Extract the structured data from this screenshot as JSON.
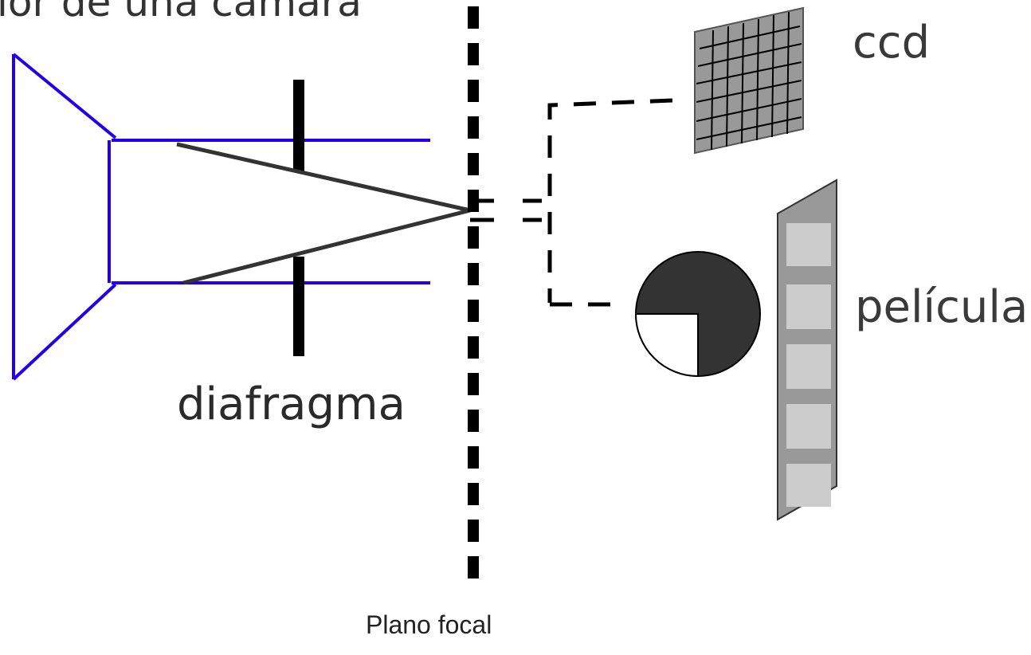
{
  "labels": {
    "title_fragment": "ior de una cámara",
    "ccd": "ccd",
    "pelicula": "película",
    "diafragma": "diafragma",
    "plano_focal": "Plano focal"
  },
  "colors": {
    "lens_outline": "#2200ee",
    "ray_lines": "#333333",
    "diaphragm": "#000000",
    "focal_plane": "#000000",
    "ccd_fill": "#999999",
    "film_strip": "#999999",
    "film_frames": "#cccccc",
    "reel_dark": "#333333",
    "reel_light": "#ffffff"
  },
  "icons": {
    "ccd": "ccd-sensor-grid-icon",
    "film": "film-strip-icon",
    "reel": "film-reel-icon"
  }
}
